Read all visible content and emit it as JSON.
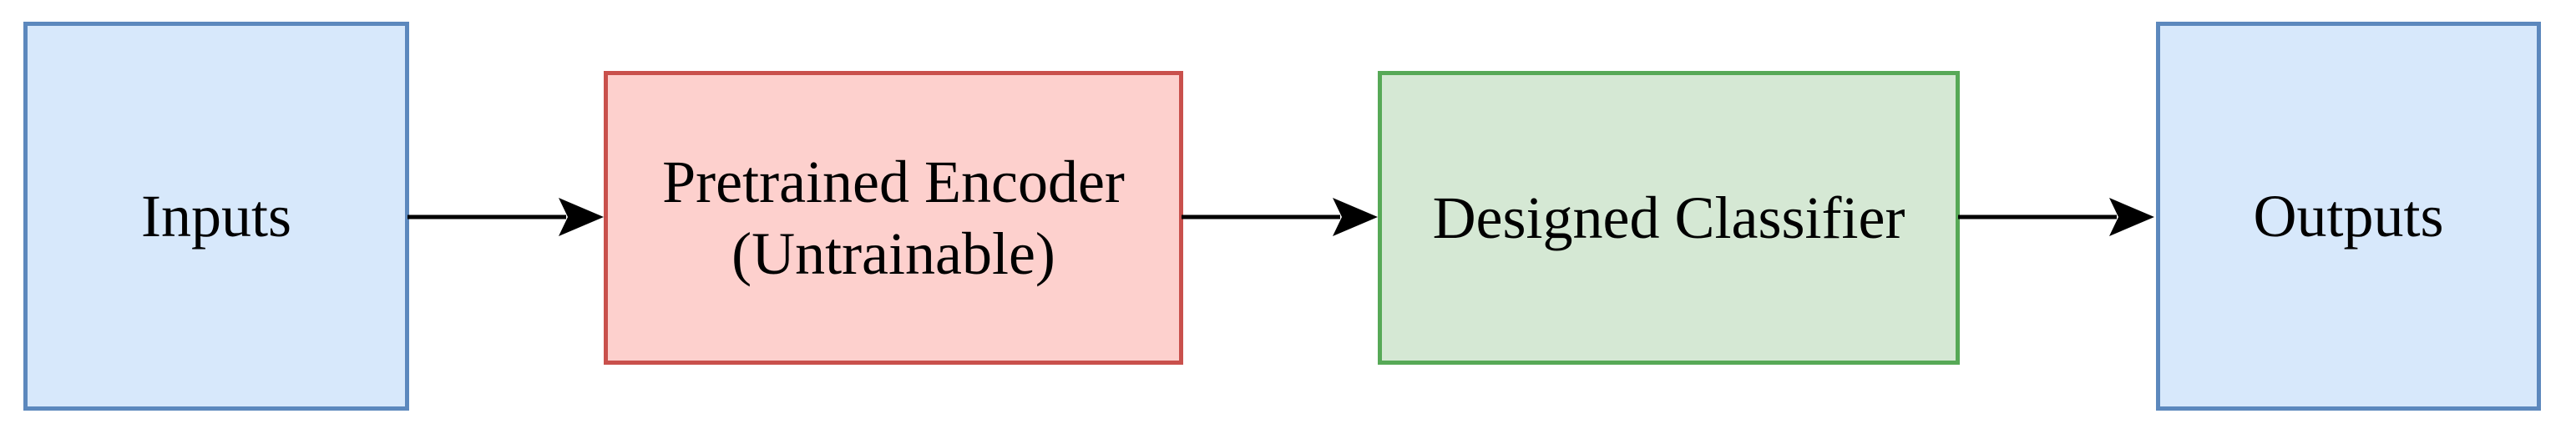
{
  "diagram": {
    "background_color": "#ffffff",
    "text_color": "#000000",
    "arrow_color": "#000000",
    "nodes": [
      {
        "id": "inputs",
        "label": "Inputs",
        "fill": "#d7e8fb",
        "stroke": "#5c88bd"
      },
      {
        "id": "pretrained-encoder",
        "label": "Pretrained Encoder (Untrainable)",
        "label_lines": [
          "Pretrained Encoder",
          "(Untrainable)"
        ],
        "fill": "#fdd0cd",
        "stroke": "#c9504c"
      },
      {
        "id": "designed-classifier",
        "label": "Designed Classifier",
        "label_lines": [
          "Designed Classifier"
        ],
        "fill": "#d5e8d4",
        "stroke": "#57a957"
      },
      {
        "id": "outputs",
        "label": "Outputs",
        "fill": "#d7e8fb",
        "stroke": "#5c88bd"
      }
    ],
    "connectors": [
      {
        "from": "inputs",
        "to": "pretrained-encoder",
        "direction": "right"
      },
      {
        "from": "pretrained-encoder",
        "to": "designed-classifier",
        "direction": "right"
      },
      {
        "from": "designed-classifier",
        "to": "outputs",
        "direction": "right"
      }
    ]
  }
}
